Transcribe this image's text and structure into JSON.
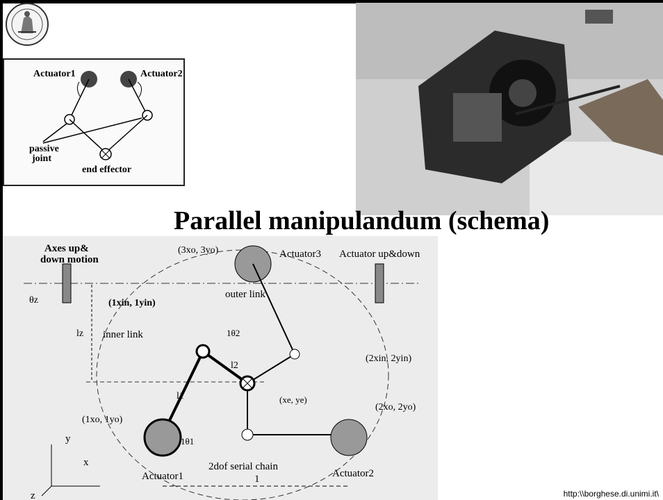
{
  "slide": {
    "title": "Parallel manipulandum (schema)",
    "footer": "http:\\\\borghese.di.unimi.it\\"
  },
  "schematic": {
    "actuator1": "Actuator1",
    "actuator2": "Actuator2",
    "passive_joint_1": "passive",
    "passive_joint_2": "joint",
    "end_effector": "end effector"
  },
  "diagram": {
    "axes_updown_1": "Axes up&",
    "axes_updown_2": "down motion",
    "actuator3": "Actuator3",
    "actuator_updown": "Actuator up&down",
    "outer_link": "outer link",
    "inner_link": "inner link",
    "serial_chain": "2dof serial chain",
    "actuator1": "Actuator1",
    "actuator2": "Actuator2",
    "theta_z": "θz",
    "lz": "lz",
    "l1": "l1",
    "l2": "l2",
    "distance": "1",
    "theta1": "1θ1",
    "theta2": "1θ2",
    "axis_x": "x",
    "axis_y": "y",
    "axis_z": "z",
    "coord_3o": "(3xo, 3yo)",
    "coord_1in": "(1xin, 1yin)",
    "coord_2in": "(2xin, 2yin)",
    "coord_e": "(xe, ye)",
    "coord_1o": "(1xo, 1yo)",
    "coord_2o": "(2xo, 2yo)"
  }
}
